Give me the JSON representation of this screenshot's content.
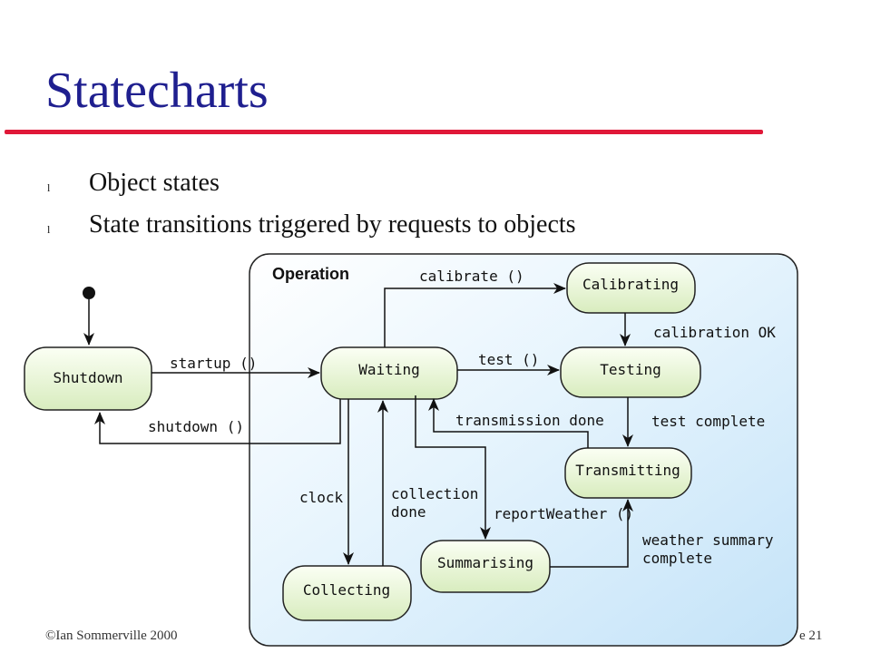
{
  "slide": {
    "title": "Statecharts",
    "bullets": [
      "Object states",
      "State transitions triggered by requests to objects"
    ],
    "footer_left": "©Ian Sommerville 2000",
    "footer_right": "e 21",
    "bullet_glyph": "l"
  },
  "diagram": {
    "superstate_label": "Operation",
    "states": {
      "shutdown": "Shutdown",
      "waiting": "Waiting",
      "calibrating": "Calibrating",
      "testing": "Testing",
      "transmitting": "Transmitting",
      "summarising": "Summarising",
      "collecting": "Collecting"
    },
    "transitions": {
      "startup": "startup ()",
      "shutdown": "shutdown ()",
      "calibrate": "calibrate ()",
      "calibration_ok": "calibration OK",
      "test": "test ()",
      "transmission_done": "transmission done",
      "test_complete": "test complete",
      "clock": "clock",
      "collection_done_1": "collection",
      "collection_done_2": "done",
      "report_weather": "reportWeather ()",
      "weather_summary_1": "weather summary",
      "weather_summary_2": "complete"
    },
    "colors": {
      "title": "#1f1f8f",
      "rule": "#e01838",
      "superstate_fill": "#d4ecfb",
      "state_fill": "#eaf6d8"
    }
  }
}
